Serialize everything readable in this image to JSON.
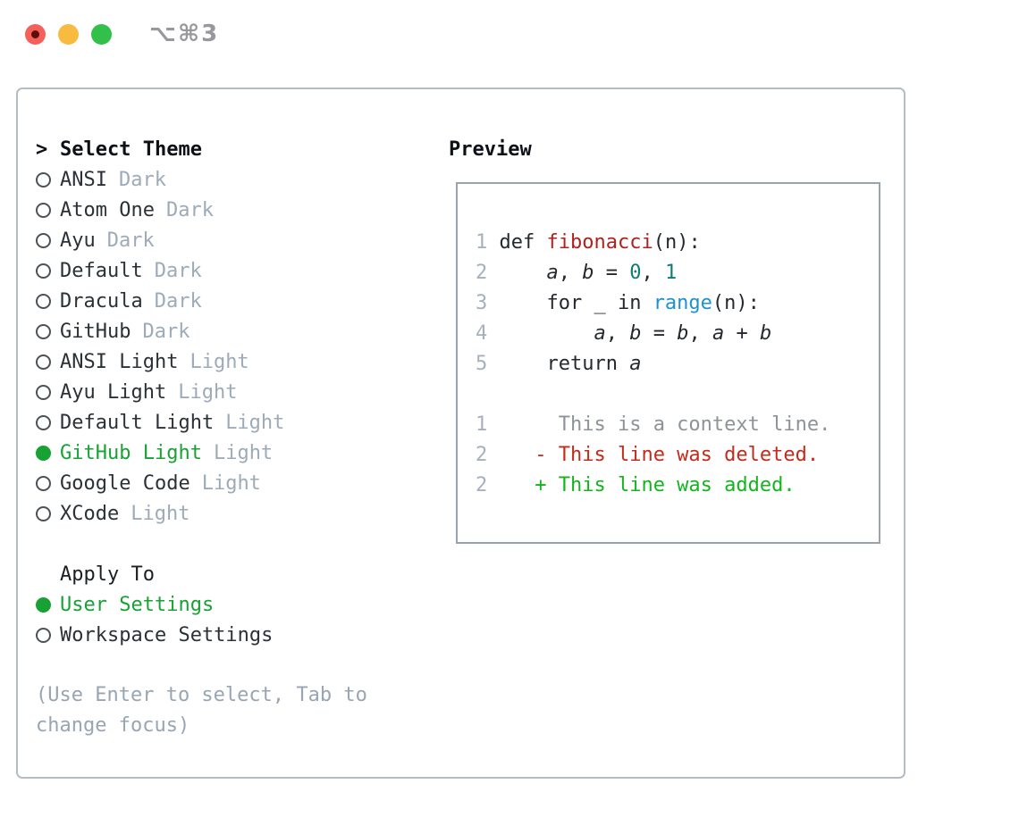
{
  "titlebar": {
    "title": "⌥⌘3",
    "buttons": [
      "close",
      "minimize",
      "zoom"
    ]
  },
  "colors": {
    "accent_green": "#17a233",
    "added_green": "#14b41e",
    "deleted_red": "#c52a1b",
    "function_red": "#b1221d",
    "number_teal": "#0f7a7a",
    "builtin_blue": "#1b92d1",
    "muted_gray": "#9dabb9",
    "panel_border": "#b4bcc5",
    "traffic_red": "#f4605a",
    "traffic_yellow": "#f8bb40",
    "traffic_green": "#33c04a"
  },
  "theme_picker": {
    "header": {
      "prompt": ">",
      "label": "Select Theme"
    },
    "themes": [
      {
        "name": "ANSI",
        "tag": "Dark",
        "selected": false
      },
      {
        "name": "Atom One",
        "tag": "Dark",
        "selected": false
      },
      {
        "name": "Ayu",
        "tag": "Dark",
        "selected": false
      },
      {
        "name": "Default",
        "tag": "Dark",
        "selected": false
      },
      {
        "name": "Dracula",
        "tag": "Dark",
        "selected": false
      },
      {
        "name": "GitHub",
        "tag": "Dark",
        "selected": false
      },
      {
        "name": "ANSI Light",
        "tag": "Light",
        "selected": false
      },
      {
        "name": "Ayu Light",
        "tag": "Light",
        "selected": false
      },
      {
        "name": "Default Light",
        "tag": "Light",
        "selected": false
      },
      {
        "name": "GitHub Light",
        "tag": "Light",
        "selected": true
      },
      {
        "name": "Google Code",
        "tag": "Light",
        "selected": false
      },
      {
        "name": "XCode",
        "tag": "Light",
        "selected": false
      }
    ],
    "apply_to": {
      "header": "Apply To",
      "options": [
        {
          "label": "User Settings",
          "selected": true
        },
        {
          "label": "Workspace Settings",
          "selected": false
        }
      ]
    },
    "hint": "(Use Enter to select, Tab to change focus)"
  },
  "preview": {
    "title": "Preview",
    "code_lines": [
      {
        "tokens": [
          {
            "t": "1 ",
            "s": "ln"
          },
          {
            "t": "def ",
            "s": "p"
          },
          {
            "t": "fibonacci",
            "s": "fn"
          },
          {
            "t": "(n):",
            "s": "p"
          }
        ]
      },
      {
        "tokens": [
          {
            "t": "2 ",
            "s": "ln"
          },
          {
            "t": "    ",
            "s": "p"
          },
          {
            "t": "a",
            "s": "v"
          },
          {
            "t": ", ",
            "s": "p"
          },
          {
            "t": "b",
            "s": "v"
          },
          {
            "t": " = ",
            "s": "p"
          },
          {
            "t": "0",
            "s": "n"
          },
          {
            "t": ", ",
            "s": "p"
          },
          {
            "t": "1",
            "s": "n"
          }
        ]
      },
      {
        "tokens": [
          {
            "t": "3 ",
            "s": "ln"
          },
          {
            "t": "    for _ in ",
            "s": "p"
          },
          {
            "t": "range",
            "s": "bi"
          },
          {
            "t": "(n):",
            "s": "p"
          }
        ]
      },
      {
        "tokens": [
          {
            "t": "4 ",
            "s": "ln"
          },
          {
            "t": "        ",
            "s": "p"
          },
          {
            "t": "a",
            "s": "v"
          },
          {
            "t": ", ",
            "s": "p"
          },
          {
            "t": "b",
            "s": "v"
          },
          {
            "t": " = ",
            "s": "p"
          },
          {
            "t": "b",
            "s": "v"
          },
          {
            "t": ", ",
            "s": "p"
          },
          {
            "t": "a",
            "s": "v"
          },
          {
            "t": " + ",
            "s": "p"
          },
          {
            "t": "b",
            "s": "v"
          }
        ]
      },
      {
        "tokens": [
          {
            "t": "5 ",
            "s": "ln"
          },
          {
            "t": "    return ",
            "s": "p"
          },
          {
            "t": "a",
            "s": "v"
          }
        ]
      }
    ],
    "diff_lines": [
      {
        "type": "context",
        "tokens": [
          {
            "t": "1",
            "s": "ln"
          },
          {
            "t": "      ",
            "s": "p"
          },
          {
            "t": "This is a context line.",
            "s": "ctx"
          }
        ]
      },
      {
        "type": "deleted",
        "tokens": [
          {
            "t": "2",
            "s": "ln"
          },
          {
            "t": "    ",
            "s": "p"
          },
          {
            "t": "- ",
            "s": "del"
          },
          {
            "t": "This line was deleted.",
            "s": "del"
          }
        ]
      },
      {
        "type": "added",
        "tokens": [
          {
            "t": "2",
            "s": "ln"
          },
          {
            "t": "    ",
            "s": "p"
          },
          {
            "t": "+ ",
            "s": "add"
          },
          {
            "t": "This line was added.",
            "s": "add"
          }
        ]
      }
    ]
  }
}
